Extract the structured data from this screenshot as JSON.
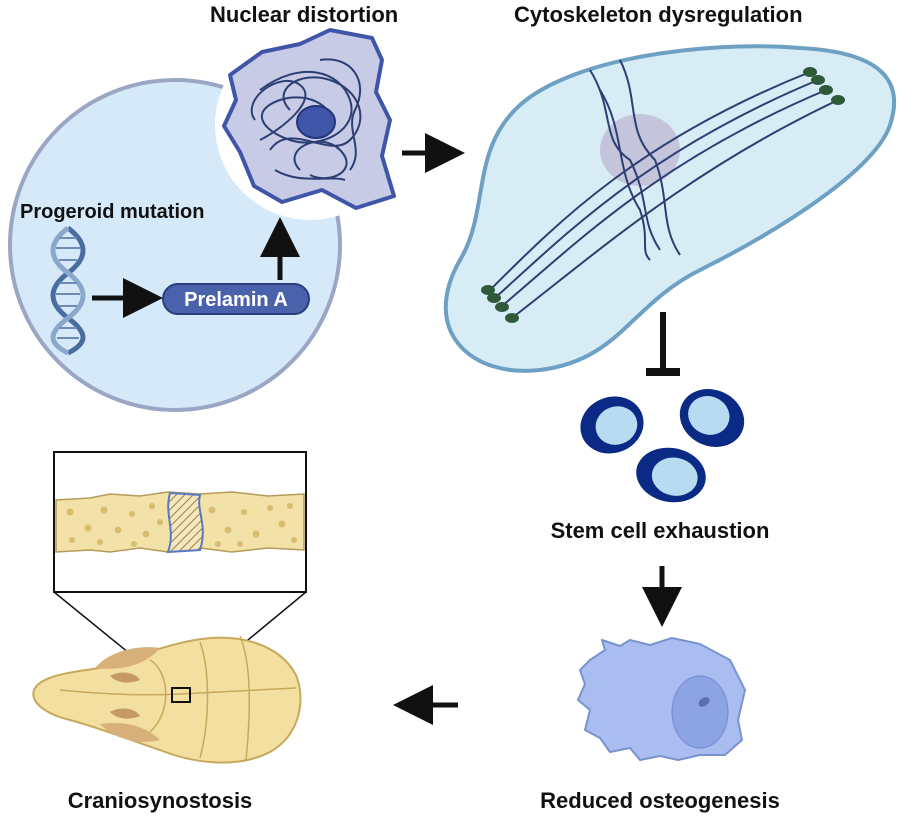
{
  "labels": {
    "nuclear_distortion": "Nuclear distortion",
    "cytoskeleton_dysregulation": "Cytoskeleton dysregulation",
    "progeroid_mutation": "Progeroid mutation",
    "prelamin_a": "Prelamin A",
    "stem_cell_exhaustion": "Stem cell exhaustion",
    "reduced_osteogenesis": "Reduced osteogenesis",
    "craniosynostosis": "Craniosynostosis"
  },
  "colors": {
    "cell_fill": "#d6e9f8",
    "cell_outline": "#9aa6c4",
    "nucleus_fill": "#c8cbe6",
    "nucleus_outline": "#3f56a8",
    "fiber": "#2c3f73",
    "prelamin_pill": "#4a62ab",
    "stem_dark": "#0a2a86",
    "stem_light": "#b7dcf2",
    "osteoblast": "#a9bdf0",
    "bone": "#f2e2a8",
    "bone_dots": "#d8bd70",
    "suture": "#5b78c4"
  },
  "icons": [
    "dna-icon",
    "nucleus-icon",
    "cytoskeleton-cell-icon",
    "stem-cell-icon",
    "osteoblast-icon",
    "skull-icon",
    "bone-suture-icon"
  ]
}
